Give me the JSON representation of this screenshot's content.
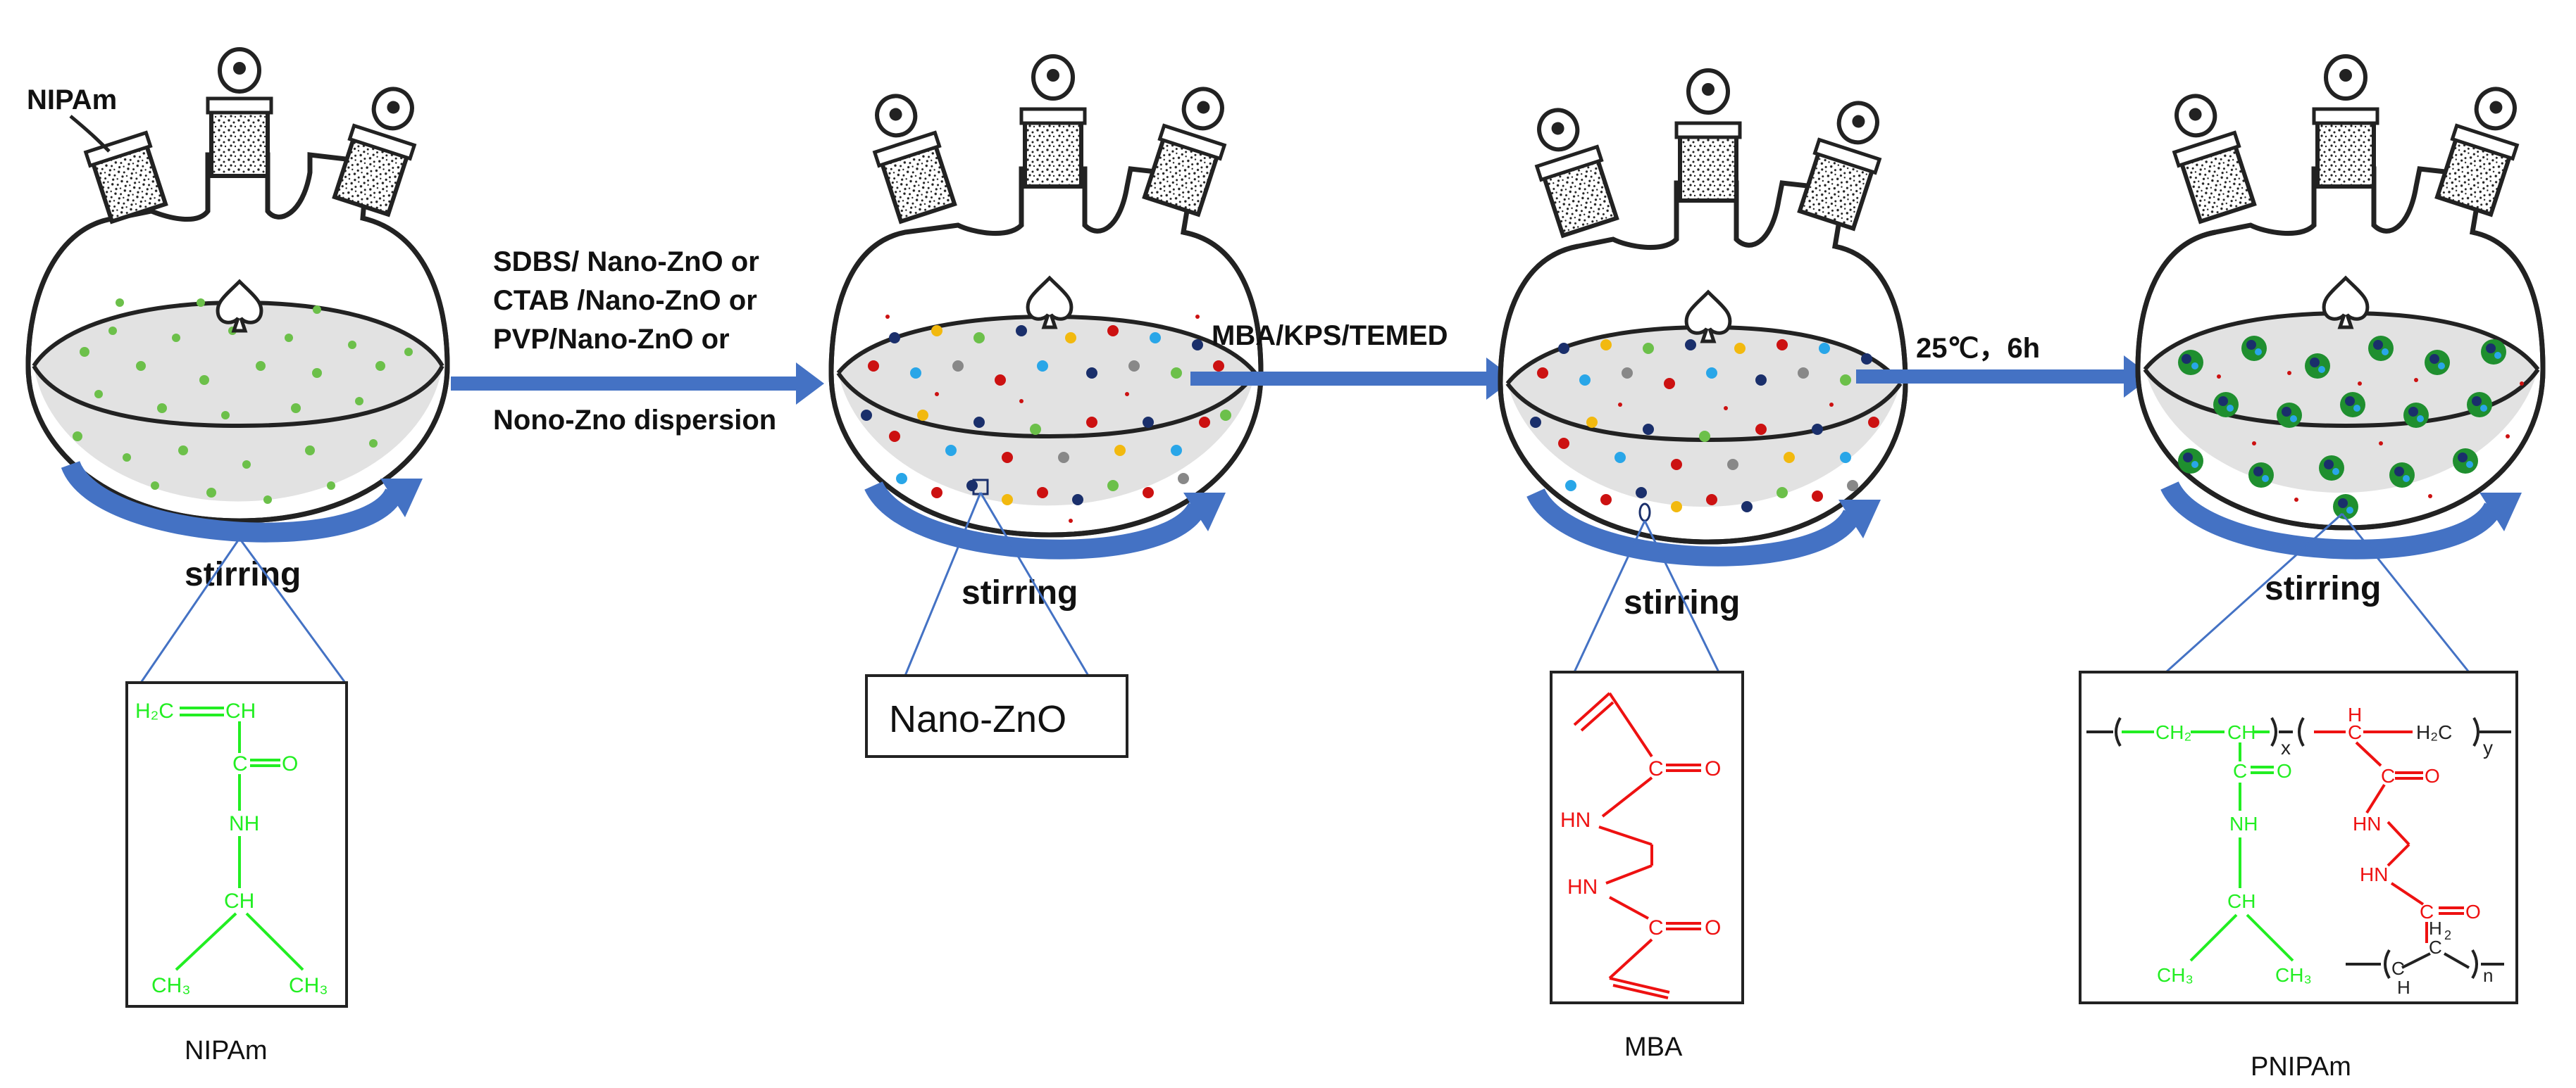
{
  "colors": {
    "arrow": "#4472c4",
    "stir_arrow": "#4472c4",
    "green": "#22ee22",
    "red": "#ee1111",
    "liquid": "#e2e2e2",
    "glass": "#222222",
    "particle_palette": [
      "#cc1111",
      "#1a2f6b",
      "#29a6e8",
      "#f2b90f",
      "#888888",
      "#6cc04a"
    ]
  },
  "icons": {
    "flask": "three-neck-round-bottom-flask-icon",
    "stopper": "ground-glass-stopper-icon",
    "stir_arrow": "curved-stir-arrow-icon",
    "process_arrow": "right-arrow-icon"
  },
  "steps": [
    {
      "id": "nipam",
      "flask_label": "NIPAm",
      "stir_label": "stirring",
      "structure_caption": "NIPAm",
      "structure": {
        "h2c": "H₂C",
        "ch_top": "CH",
        "c": "C",
        "o": "O",
        "nh": "NH",
        "ch": "CH",
        "ch3_left": "CH₃",
        "ch3_right": "CH₃"
      }
    },
    {
      "id": "dispersion",
      "stir_label": "stirring",
      "callout": "Nano-ZnO"
    },
    {
      "id": "mba",
      "stir_label": "stirring",
      "structure_caption": "MBA",
      "structure": {
        "c1": "C",
        "o1": "O",
        "hn1": "HN",
        "hn2": "HN",
        "c2": "C",
        "o2": "O"
      }
    },
    {
      "id": "pnipam",
      "stir_label": "stirring",
      "structure_caption": "PNIPAm",
      "structure": {
        "ch2": "CH₂",
        "ch_main": "CH",
        "sub_x": "x",
        "h_red": "H",
        "c_red": "C",
        "h2c": "H₂C",
        "sub_y": "y",
        "c_green": "C",
        "o_green": "O",
        "nh": "NH",
        "ch": "CH",
        "ch3_left": "CH₃",
        "ch3_right": "CH₃",
        "c_red2": "C",
        "o_red": "O",
        "hn_red": "HN",
        "c_red3": "C",
        "o_red3": "O",
        "h2": "H",
        "two": "2",
        "c_black1": "C",
        "c_black2": "C",
        "h_black": "H",
        "sub_n": "n"
      }
    }
  ],
  "arrows": [
    {
      "lines": [
        "SDBS/ Nano-ZnO or",
        "CTAB /Nano-ZnO or",
        "PVP/Nano-ZnO or"
      ],
      "below": "Nono-Zno dispersion"
    },
    {
      "lines": [
        "MBA/KPS/TEMED"
      ],
      "below": ""
    },
    {
      "lines": [
        "25℃，6h"
      ],
      "below": ""
    }
  ]
}
